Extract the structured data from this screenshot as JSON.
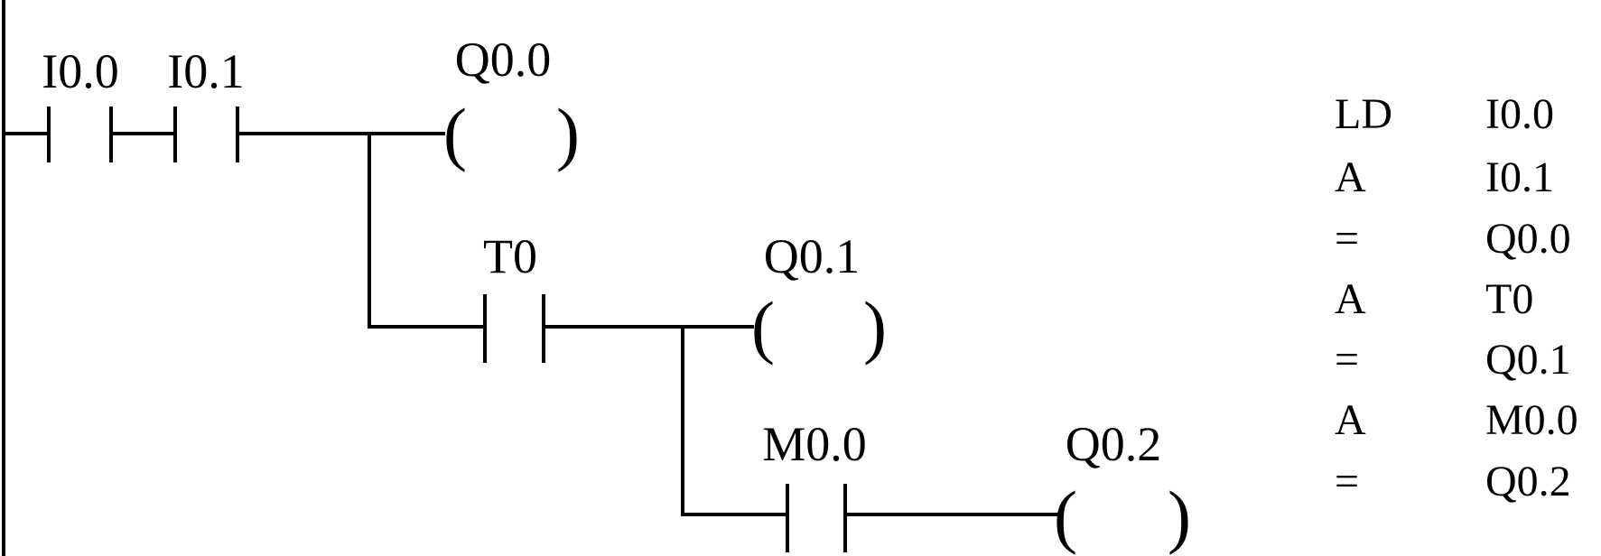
{
  "ladder": {
    "contacts": [
      {
        "id": "c1",
        "label": "I0.0"
      },
      {
        "id": "c2",
        "label": "I0.1"
      },
      {
        "id": "c3",
        "label": "T0"
      },
      {
        "id": "c4",
        "label": "M0.0"
      }
    ],
    "coils": [
      {
        "id": "k1",
        "label": "Q0.0",
        "open": "(",
        "close": ")"
      },
      {
        "id": "k2",
        "label": "Q0.1",
        "open": "(",
        "close": ")"
      },
      {
        "id": "k3",
        "label": "Q0.2",
        "open": "(",
        "close": ")"
      }
    ]
  },
  "stl": {
    "rows": [
      {
        "op": "LD",
        "operand": "I0.0"
      },
      {
        "op": "A",
        "operand": "I0.1"
      },
      {
        "op": "=",
        "operand": "Q0.0"
      },
      {
        "op": "A",
        "operand": "T0"
      },
      {
        "op": "=",
        "operand": "Q0.1"
      },
      {
        "op": "A",
        "operand": "M0.0"
      },
      {
        "op": "=",
        "operand": "Q0.2"
      }
    ]
  }
}
